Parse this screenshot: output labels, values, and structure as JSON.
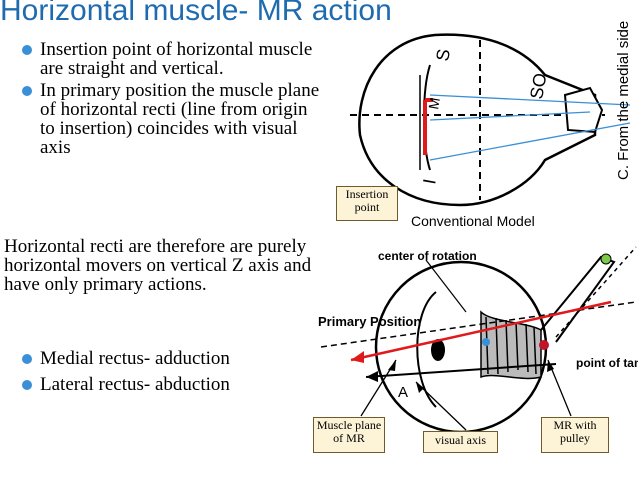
{
  "title": "Horizontal muscle- MR action",
  "bullets_top": [
    "Insertion point of horizontal muscle are straight and vertical.",
    "In primary position the muscle plane of horizontal recti (line from origin to insertion) coincides with visual axis"
  ],
  "paragraph": "Horizontal recti are therefore are purely horizontal movers on vertical Z axis and have only primary actions.",
  "bullets_bottom": [
    "Medial rectus- adduction",
    "Lateral rectus- abduction"
  ],
  "top_figure": {
    "side_caption": "C. From the medial side",
    "label_s": "S",
    "label_so": "SO",
    "label_i": "I",
    "label_m": "M"
  },
  "callouts": {
    "insertion": "Insertion point",
    "muscle_plane": "Muscle plane of MR",
    "visual_axis": "visual axis",
    "mr_pulley": "MR with pulley"
  },
  "bottom_figure": {
    "heading": "Conventional Model",
    "center": "center of rotation",
    "primary": "Primary Position",
    "tangency": "point of tangency",
    "label_a": "A"
  },
  "colors": {
    "title": "#1f6bb0",
    "bullet": "#3a8fd6",
    "callout_bg": "#fdf3d7",
    "red_line": "#e0191b"
  }
}
